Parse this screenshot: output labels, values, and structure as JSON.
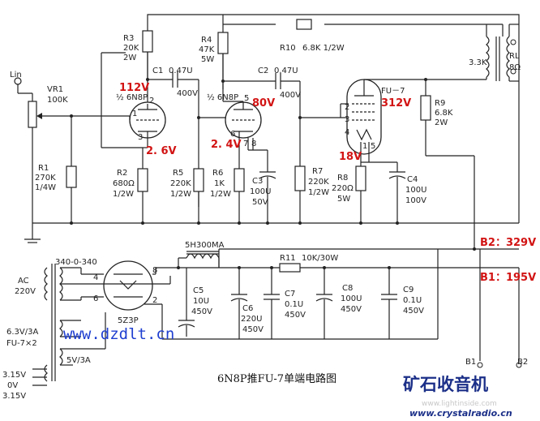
{
  "diagram": {
    "title": "6N8P推FU-7单端电路图",
    "watermark_url": "www.dzdlt.cn",
    "site_name": "矿石收音机",
    "site_url": "www.crystalradio.cn",
    "ghost_url": "www.lightinside.com",
    "colors": {
      "wire": "#222222",
      "voltage": "#d21414",
      "watermark": "#1f3fd0",
      "brand": "#1b2f88"
    }
  },
  "input": {
    "label": "Lin"
  },
  "components": {
    "vr1": {
      "name": "VR1",
      "value": "100K"
    },
    "r1": {
      "name": "R1",
      "value": "270K",
      "power": "1/4W"
    },
    "r2": {
      "name": "R2",
      "value": "680Ω",
      "power": "1/2W"
    },
    "r3": {
      "name": "R3",
      "value": "20K",
      "power": "2W"
    },
    "r4": {
      "name": "R4",
      "value": "47K",
      "power": "5W"
    },
    "r5": {
      "name": "R5",
      "value": "220K",
      "power": "1/2W"
    },
    "r6": {
      "name": "R6",
      "value": "1K",
      "power": "1/2W"
    },
    "r7": {
      "name": "R7",
      "value": "220K",
      "power": "1/2W"
    },
    "r8": {
      "name": "R8",
      "value": "220Ω",
      "power": "5W"
    },
    "r9": {
      "name": "R9",
      "value": "6.8K",
      "power": "2W"
    },
    "r10": {
      "name": "R10",
      "value": "6.8K 1/2W"
    },
    "r11": {
      "name": "R11",
      "value": "10K/30W"
    },
    "c1": {
      "name": "C1",
      "value": "0.47U",
      "voltage": "400V"
    },
    "c2": {
      "name": "C2",
      "value": "0.47U",
      "voltage": "400V"
    },
    "c3": {
      "name": "C3",
      "value": "100U",
      "voltage": "50V"
    },
    "c4": {
      "name": "C4",
      "value": "100U",
      "voltage": "100V"
    },
    "c5": {
      "name": "C5",
      "value": "10U",
      "voltage": "450V"
    },
    "c6": {
      "name": "C6",
      "value": "220U",
      "voltage": "450V"
    },
    "c7": {
      "name": "C7",
      "value": "0.1U",
      "voltage": "450V"
    },
    "c8": {
      "name": "C8",
      "value": "100U",
      "voltage": "450V"
    },
    "c9": {
      "name": "C9",
      "value": "0.1U",
      "voltage": "450V"
    },
    "choke": {
      "value": "5H300MA"
    },
    "output_transformer": {
      "primary": "3.3K",
      "secondary_name": "RL",
      "secondary_value": "8Ω"
    },
    "tube1": {
      "name": "½ 6N8P"
    },
    "tube2": {
      "name": "½ 6N8P"
    },
    "tube3": {
      "name": "FU－7"
    },
    "rectifier": {
      "name": "5Z3P"
    },
    "power_transformer": {
      "hv": "340-0-340",
      "ac_label": "AC",
      "ac_voltage": "220V",
      "fil1": "6.3V/3A",
      "fil1b": "FU-7×2",
      "fil2": "5V/3A",
      "tap1": "3.15V",
      "tap2": "0V",
      "tap3": "3.15V"
    }
  },
  "pins": {
    "t1": [
      "2",
      "1",
      "3"
    ],
    "t2": [
      "5",
      "6",
      "7",
      "8"
    ],
    "t3": [
      "2",
      "3",
      "4",
      "1",
      "5"
    ],
    "rect": [
      "2",
      "4",
      "6",
      "8"
    ]
  },
  "voltages": {
    "v_plate1": "112V",
    "v_cath1": "2. 6V",
    "v_plate2": "80V",
    "v_cath2": "2. 4V",
    "v_plate3": "312V",
    "v_cath3": "18V",
    "b2": "B2：329V",
    "b1": "B1：195V"
  },
  "terminals": {
    "b1": "B1",
    "b2": "B2"
  }
}
